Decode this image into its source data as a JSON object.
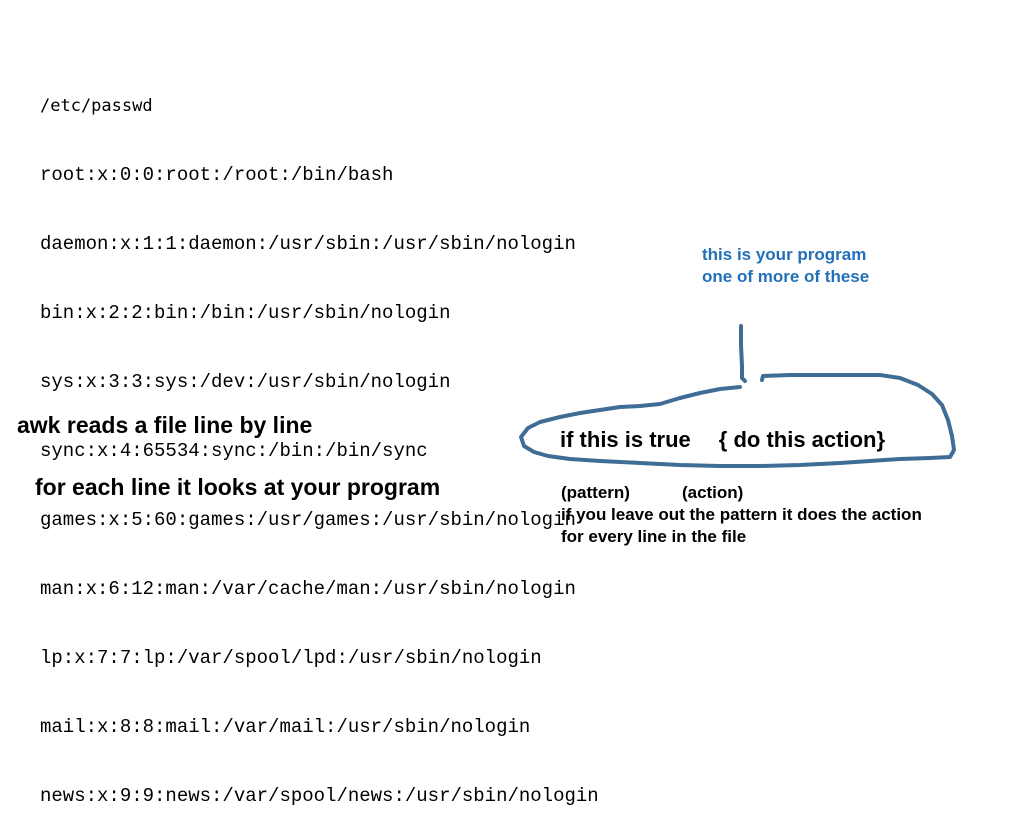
{
  "passwd": {
    "title": "/etc/passwd",
    "lines": [
      "root:x:0:0:root:/root:/bin/bash",
      "daemon:x:1:1:daemon:/usr/sbin:/usr/sbin/nologin",
      "bin:x:2:2:bin:/bin:/usr/sbin/nologin",
      "sys:x:3:3:sys:/dev:/usr/sbin/nologin",
      "sync:x:4:65534:sync:/bin:/bin/sync",
      "games:x:5:60:games:/usr/games:/usr/sbin/nologin",
      "man:x:6:12:man:/var/cache/man:/usr/sbin/nologin",
      "lp:x:7:7:lp:/var/spool/lpd:/usr/sbin/nologin",
      "mail:x:8:8:mail:/var/mail:/usr/sbin/nologin",
      "news:x:9:9:news:/var/spool/news:/usr/sbin/nologin"
    ]
  },
  "note": {
    "line1": "this is your program",
    "line2": "one of more of these",
    "color": "#2270b8"
  },
  "lead": {
    "line1": "awk reads  a file line by line",
    "line2": "for each line it looks at your program"
  },
  "rule": {
    "pattern_text": "if this is true",
    "action_text": "{ do this action}"
  },
  "labels": {
    "pattern_label": "(pattern)",
    "action_label": "(action)",
    "explain1": "if you leave out the pattern it does the action",
    "explain2": "for every line in the file"
  },
  "scribble_color": "#3f6d96"
}
